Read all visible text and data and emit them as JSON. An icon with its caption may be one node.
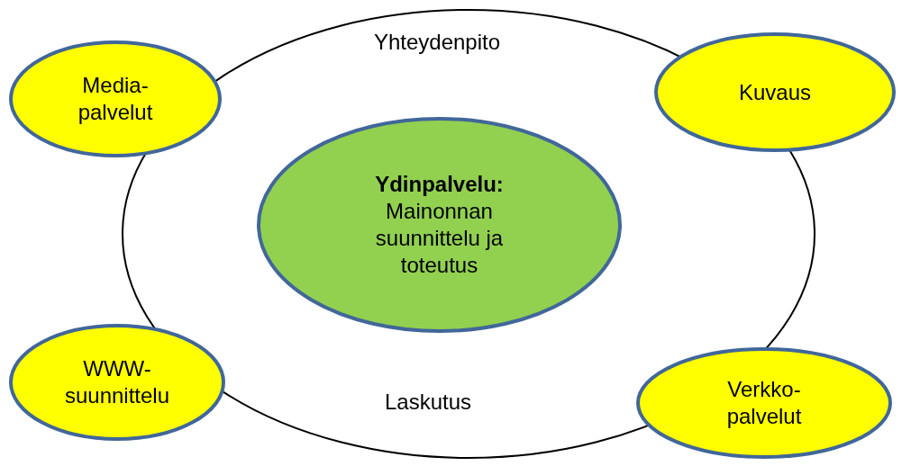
{
  "diagram": {
    "nodes": [
      {
        "text": [
          "Yhteydenpito",
          "Laskutus"
        ]
      },
      {
        "text": [
          "Media- palvelut"
        ]
      },
      {
        "text": [
          "Kuvaus"
        ]
      },
      {
        "text": [
          "Ydinpalvelu:",
          "Mainonnan suunnittelu ja toteutus"
        ],
        "in": 0
      },
      {
        "text": [
          "WWW- suunnittelu"
        ]
      },
      {
        "text": [
          "Verkko- palvelut"
        ]
      }
    ]
  }
}
